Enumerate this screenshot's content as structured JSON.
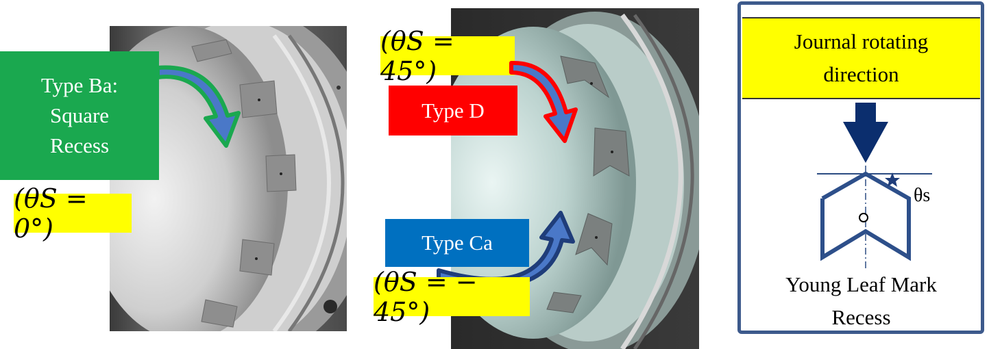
{
  "panel_left": {
    "type_label_line1": "Type Ba:",
    "type_label_line2": "Square",
    "type_label_line3": "Recess",
    "angle_label": "(θS = 0°)"
  },
  "panel_middle": {
    "top_angle_label": "(θS = 45°)",
    "type_d_label": "Type D",
    "type_ca_label": "Type Ca",
    "bottom_angle_label": "(θS = − 45°)"
  },
  "panel_right": {
    "title_line1": "Journal rotating",
    "title_line2": "direction",
    "angle_text": "θs",
    "caption_line1": "Young Leaf Mark",
    "caption_line2": "Recess"
  },
  "colors": {
    "green_label": "#1aa84f",
    "red_label": "#ff0000",
    "blue_label": "#0070c0",
    "yellow_label": "#ffff00",
    "navy": "#2f4f8f",
    "arrow_fill": "#4a78c8"
  }
}
